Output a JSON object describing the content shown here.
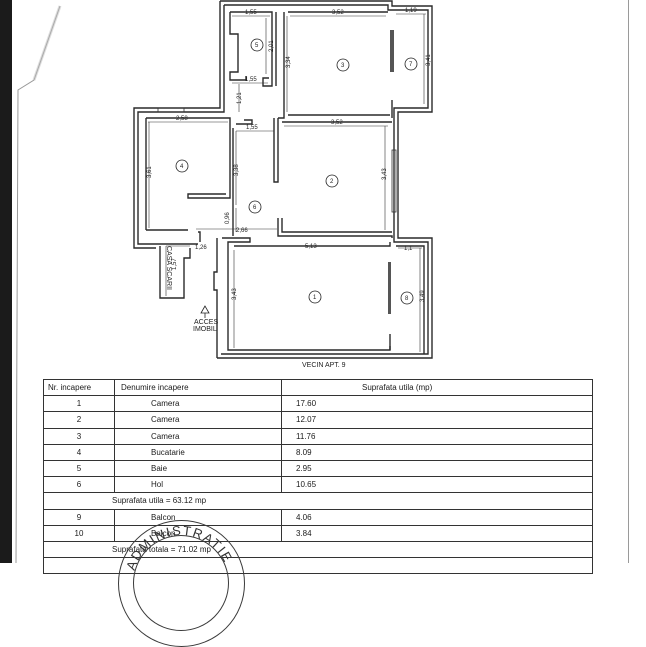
{
  "plan": {
    "top_label_fragment": "...",
    "neighbor_label": "VECIN APT. 9",
    "stairwell_label": "CASA SCARII",
    "entrance_label_line1": "ACCES",
    "entrance_label_line2": "IMOBIL",
    "room_markers": [
      "1",
      "2",
      "3",
      "4",
      "5",
      "6",
      "7",
      "8"
    ],
    "dimensions": {
      "bath_width_top": "1,55",
      "bath_height": "2,01",
      "bath_width_bottom": "1,55",
      "room3_height": "3,34",
      "room3_width": "3,52",
      "room7_width": "1,19",
      "room7_height": "3,41",
      "passage_height": "1,21",
      "kitchen_width": "2,58",
      "kitchen_height": "3,61",
      "hall_width_top": "1,55",
      "hall_height": "3,38",
      "room2_width": "3,52",
      "room2_height": "3,43",
      "hall_small": "0,96",
      "hall_width_bottom": "2,66",
      "stair_width": "1,26",
      "stair_height": "1,57",
      "room1_width": "5,13",
      "room1_height": "3,43",
      "room8_width": "1,1",
      "room8_height": "3,49"
    }
  },
  "table": {
    "headers": [
      "Nr. incapere",
      "Denumire incapere",
      "Suprafata utila (mp)"
    ],
    "rows": [
      {
        "nr": "1",
        "name": "Camera",
        "area": "17.60"
      },
      {
        "nr": "2",
        "name": "Camera",
        "area": "12.07"
      },
      {
        "nr": "3",
        "name": "Camera",
        "area": "11.76"
      },
      {
        "nr": "4",
        "name": "Bucatarie",
        "area": "8.09"
      },
      {
        "nr": "5",
        "name": "Baie",
        "area": "2.95"
      },
      {
        "nr": "6",
        "name": "Hol",
        "area": "10.65"
      }
    ],
    "useful_total": "Suprafata utila = 63.12 mp",
    "balcony_rows": [
      {
        "nr": "9",
        "name": "Balcon",
        "area": "4.06"
      },
      {
        "nr": "10",
        "name": "Balcon",
        "area": "3.84"
      }
    ],
    "grand_total": "Suprafata totala = 71.02 mp"
  },
  "stamp": {
    "text": "ADMINISTRATIE"
  }
}
